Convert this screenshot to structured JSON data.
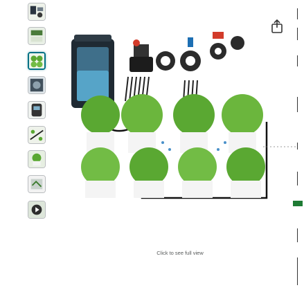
{
  "gallery": {
    "caption": "Click to see full view",
    "thumbnails": [
      {
        "name": "thumb-1-product-overview",
        "selected": false
      },
      {
        "name": "thumb-2-setup",
        "selected": false
      },
      {
        "name": "thumb-3-garden",
        "selected": true
      },
      {
        "name": "thumb-4-pump",
        "selected": false
      },
      {
        "name": "thumb-5-timer",
        "selected": false
      },
      {
        "name": "thumb-6-drippers",
        "selected": false
      },
      {
        "name": "thumb-7-plants",
        "selected": false
      },
      {
        "name": "thumb-8-kit",
        "selected": false
      },
      {
        "name": "thumb-9-video",
        "selected": false
      }
    ]
  },
  "colors": {
    "accent": "#007185",
    "tank": "#1f2a33",
    "leaf": "#5aa832",
    "pot": "#f4f4f4",
    "tube": "#111111"
  }
}
